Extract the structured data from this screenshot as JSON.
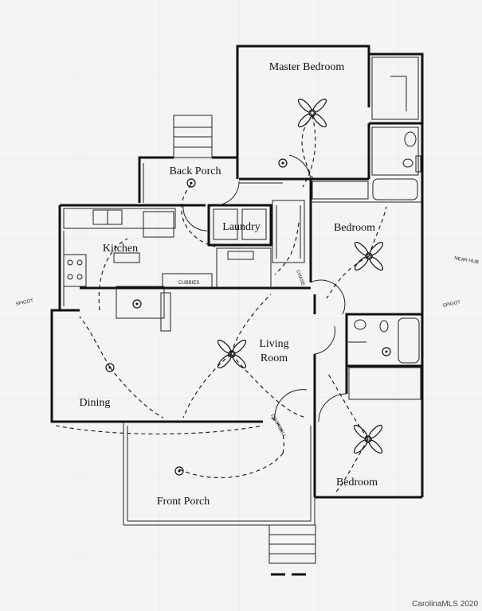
{
  "rooms": {
    "master_bedroom": "Master Bedroom",
    "back_porch": "Back Porch",
    "laundry": "Laundry",
    "kitchen": "Kitchen",
    "bedroom_1": "Bedroom",
    "living_room_line1": "Living",
    "living_room_line2": "Room",
    "dining": "Dining",
    "front_porch": "Front Porch",
    "bedroom_2": "Bedroom"
  },
  "notes": {
    "spigot_left": "SPIGOT",
    "spigot_right": "SPIGOT",
    "near_hub": "NEAR HUB",
    "cubbies": "CUBBIES",
    "chase": "CHASE",
    "doorbell": "DOORBELL"
  },
  "watermark": "CarolinaMLS 2020",
  "icons": {
    "ceiling_fan": "ceiling-fan-icon",
    "light": "light-fixture-icon",
    "outlet": "outlet-icon"
  }
}
